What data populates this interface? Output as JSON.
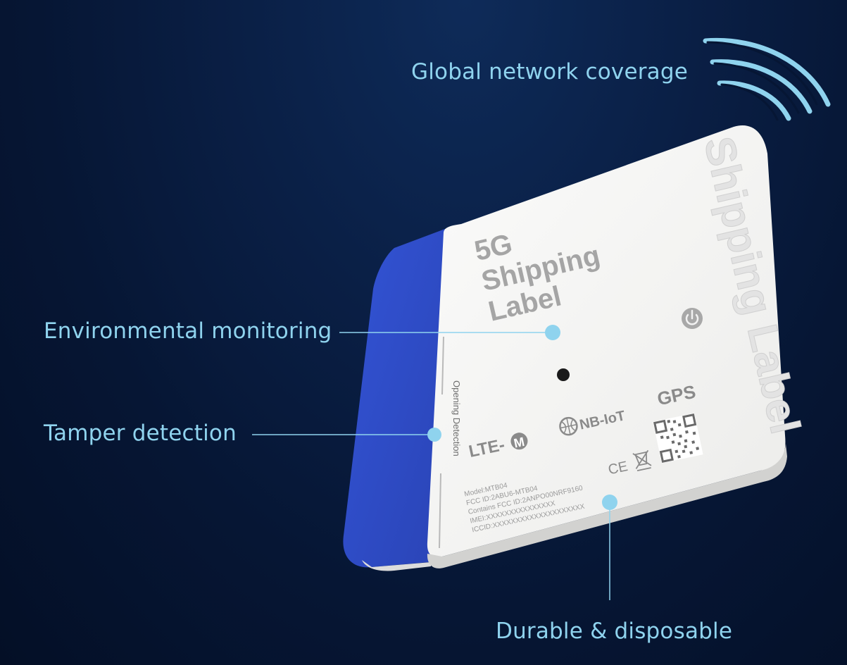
{
  "features": {
    "global": "Global network coverage",
    "environment": "Environmental monitoring",
    "tamper": "Tamper detection",
    "durable": "Durable & disposable"
  },
  "device": {
    "title_line1": "5G",
    "title_line2": "Shipping",
    "title_line3": "Label",
    "side_text": "Shipping Label",
    "opening_text": "Opening Detection",
    "gps": "GPS",
    "lte": "LTE-",
    "lte_m": "M",
    "nbiot": "NB-IoT",
    "ce": "CE",
    "specs": [
      "Model:MTB04",
      "FCC ID:2ABU6-MTB04",
      "Contains FCC ID:2ANPO00NRF9160",
      "IMEI:XXXXXXXXXXXXXXX",
      "ICCID:XXXXXXXXXXXXXXXXXXXX"
    ]
  },
  "colors": {
    "background": "#061634",
    "accent": "#8fd3ee",
    "tab_blue": "#2e4bc4",
    "label_white": "#f3f3f1"
  },
  "icons": [
    "wifi-signal-icon",
    "power-icon",
    "globe-icon",
    "qr-code-icon",
    "weee-bin-icon"
  ]
}
